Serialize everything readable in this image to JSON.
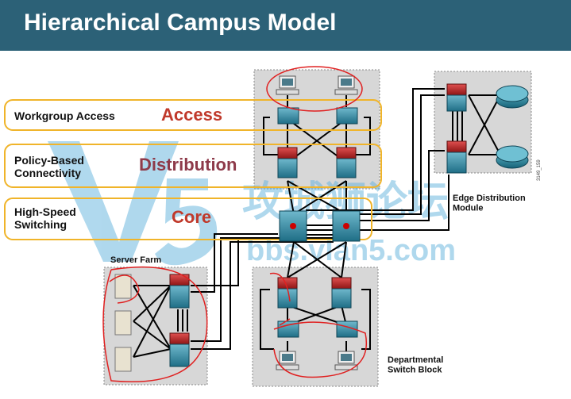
{
  "title": "Hierarchical Campus Model",
  "layers": [
    {
      "label": "Workgroup Access",
      "name": "Access"
    },
    {
      "label": "Policy-Based\nConnectivity",
      "name": "Distribution"
    },
    {
      "label": "High-Speed\nSwitching",
      "name": "Core"
    }
  ],
  "blocks": {
    "server_farm": "Server Farm",
    "edge_distribution": "Edge Distribution\nModule",
    "departmental": "Departmental\nSwitch Block"
  },
  "watermark": {
    "text": "攻城狮论坛",
    "url": "bbs.vlan5.com",
    "mark": "V5"
  },
  "figure_code": "3149_159",
  "colors": {
    "title_bar": "#2c6177",
    "layer_border": "#f0b429",
    "layer_text": "#c0392b",
    "switch_blue": "#1f6e86",
    "switch_red": "#b22222",
    "annotation": "#e02020"
  }
}
